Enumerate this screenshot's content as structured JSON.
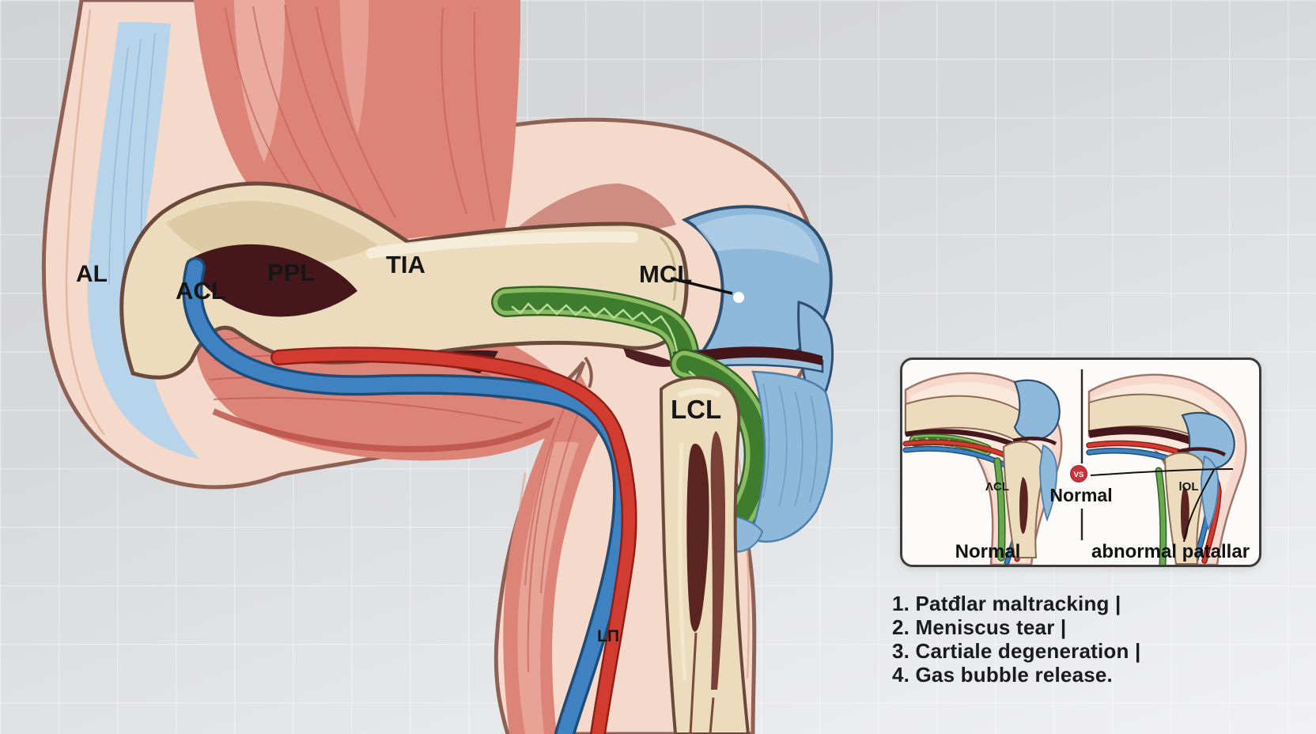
{
  "illustration": {
    "labels": {
      "al": "AL",
      "acl": "ACL",
      "ppl": "PPL",
      "tia": "TIA",
      "mcl": "MCL",
      "lcl": "LCL",
      "tibia_small": "LΠ"
    }
  },
  "inset": {
    "vs_badge": "VS",
    "center_label": "Normal",
    "left_knee_label": "ΛCL",
    "right_knee_label": "lOL",
    "left_caption": "Normal",
    "right_caption": "abnormal patallar"
  },
  "notes": {
    "items": [
      "1. Patđlar maltracking |",
      "2. Meniscus tear |",
      "3. Cartiale degeneration |",
      "4. Gas bubble release."
    ]
  },
  "colors": {
    "background": "#d3d4d6",
    "skin": "#f5d9cb",
    "skin_outline": "#8f6054",
    "bone": "#ecdcbd",
    "bone_outline": "#6b4a3c",
    "muscle": "#dd8478",
    "muscle_shade": "#c05a52",
    "muscle_light": "#ecb0a4",
    "ligament_blue": "#3f82c2",
    "vessel_red": "#d23b30",
    "cartilage_green": "#8abb60",
    "cartilage_green_dark": "#3e7c2e",
    "patella_blue": "#8fb9da",
    "patella_outline": "#2e4e6e",
    "fascia_blue": "#b7d4ea",
    "cavity_maroon": "#45161a",
    "panel_background": "#fdfbfa",
    "vs_badge_red": "#c8323a",
    "text": "#1b1b1b"
  }
}
